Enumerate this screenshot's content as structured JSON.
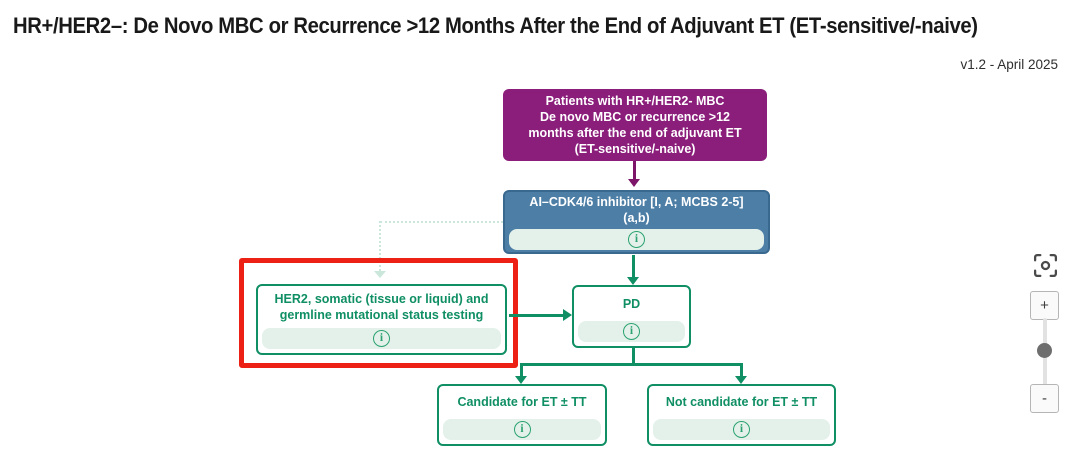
{
  "header": {
    "title": "HR+/HER2–: De Novo MBC or Recurrence >12 Months After the End of Adjuvant ET (ET-sensitive/-naive)",
    "version": "v1.2 - April 2025"
  },
  "flowchart": {
    "patients": {
      "label": "Patients with HR+/HER2- MBC\nDe novo MBC or recurrence >12\nmonths after the end of adjuvant ET\n(ET-sensitive/-naive)"
    },
    "cdk46": {
      "label": "AI–CDK4/6 inhibitor [I, A; MCBS 2-5]\n(a,b)"
    },
    "her2_testing": {
      "label": "HER2, somatic (tissue or liquid) and\ngermline mutational status testing",
      "highlighted": true
    },
    "pd": {
      "label": "PD"
    },
    "candidate": {
      "label": "Candidate for ET ± TT"
    },
    "not_candidate": {
      "label": "Not candidate for ET ± TT"
    }
  },
  "icons": {
    "info": "i",
    "zoom_in": "+",
    "zoom_out": "-",
    "fit_view": "focus-frame"
  },
  "colors": {
    "purple_node": "#8B1D7B",
    "blue_node": "#4D7EA6",
    "blue_border": "#3A698F",
    "green": "#0F8F63",
    "mint_strip": "#E3F1EA",
    "dashed_connector": "#CBE7DC",
    "highlight_red": "#ED2015",
    "info_icon": "#2BA26F"
  }
}
